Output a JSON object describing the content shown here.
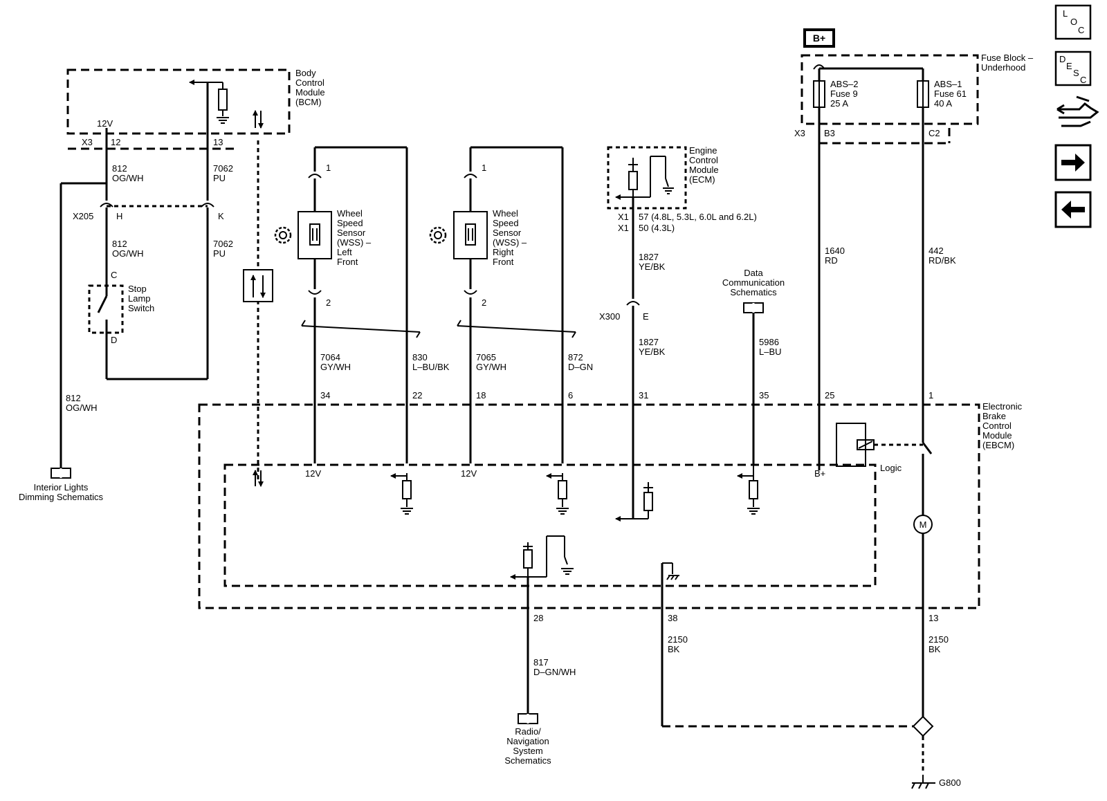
{
  "modules": {
    "bcm": [
      "Body",
      "Control",
      "Module",
      "(BCM)"
    ],
    "ecm": [
      "Engine",
      "Control",
      "Module",
      "(ECM)"
    ],
    "ebcm": [
      "Electronic",
      "Brake",
      "Control",
      "Module",
      "(EBCM)"
    ],
    "fuse_block": [
      "Fuse Block –",
      "Underhood"
    ]
  },
  "power": {
    "bplus": "B+"
  },
  "fuses": {
    "abs2": [
      "ABS–2",
      "Fuse 9",
      "25 A"
    ],
    "abs1": [
      "ABS–1",
      "Fuse 61",
      "40 A"
    ]
  },
  "connectors": {
    "x3": "X3",
    "x3b": "X3",
    "x205": "X205",
    "x300": "X300",
    "x1a": "X1",
    "x1b": "X1",
    "b3": "B3",
    "c2": "C2",
    "h": "H",
    "k": "K",
    "c": "C",
    "d": "D",
    "e": "E",
    "pin12": "12",
    "pin13": "13",
    "wss_l_1": "1",
    "wss_l_2": "2",
    "wss_r_1": "1",
    "wss_r_2": "2",
    "ecm_57": "57 (4.8L, 5.3L, 6.0L and 6.2L)",
    "ecm_50": "50 (4.3L)"
  },
  "voltages": {
    "bcm_12v": "12V",
    "ebcm_12v_l": "12V",
    "ebcm_12v_r": "12V",
    "ebcm_bplus": "B+",
    "logic": "Logic"
  },
  "ebcm_pins": [
    "34",
    "22",
    "18",
    "6",
    "31",
    "35",
    "25",
    "1",
    "28",
    "38",
    "13"
  ],
  "wires": {
    "w812a": [
      "812",
      "OG/WH"
    ],
    "w812b": [
      "812",
      "OG/WH"
    ],
    "w812c": [
      "812",
      "OG/WH"
    ],
    "w7062a": [
      "7062",
      "PU"
    ],
    "w7062b": [
      "7062",
      "PU"
    ],
    "w7064": [
      "7064",
      "GY/WH"
    ],
    "w830": [
      "830",
      "L–BU/BK"
    ],
    "w7065": [
      "7065",
      "GY/WH"
    ],
    "w872": [
      "872",
      "D–GN"
    ],
    "w1827a": [
      "1827",
      "YE/BK"
    ],
    "w1827b": [
      "1827",
      "YE/BK"
    ],
    "w5986": [
      "5986",
      "L–BU"
    ],
    "w1640": [
      "1640",
      "RD"
    ],
    "w442": [
      "442",
      "RD/BK"
    ],
    "w817": [
      "817",
      "D–GN/WH"
    ],
    "w2150a": [
      "2150",
      "BK"
    ],
    "w2150b": [
      "2150",
      "BK"
    ]
  },
  "components": {
    "wss_left": [
      "Wheel",
      "Speed",
      "Sensor",
      "(WSS) –",
      "Left",
      "Front"
    ],
    "wss_right": [
      "Wheel",
      "Speed",
      "Sensor",
      "(WSS) –",
      "Right",
      "Front"
    ],
    "stop_lamp": [
      "Stop",
      "Lamp",
      "Switch"
    ],
    "motor": "M",
    "ground": "G800"
  },
  "references": {
    "interior": [
      "Interior Lights",
      "Dimming Schematics"
    ],
    "datacomm": [
      "Data",
      "Communication",
      "Schematics"
    ],
    "radio": [
      "Radio/",
      "Navigation",
      "System",
      "Schematics"
    ]
  },
  "nav": {
    "loc": [
      "L",
      "O",
      "C"
    ],
    "desc": [
      "D",
      "E",
      "S",
      "C"
    ]
  }
}
